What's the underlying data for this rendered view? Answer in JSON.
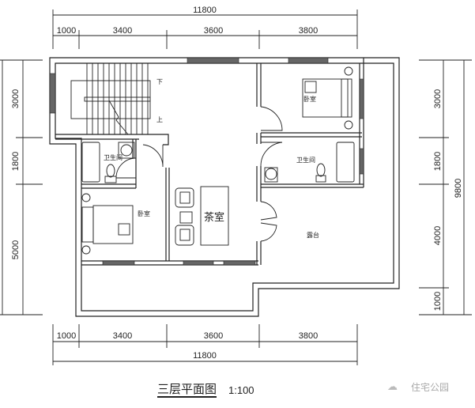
{
  "dimensions": {
    "top_total": "11800",
    "top_segments": [
      "1000",
      "3400",
      "3600",
      "3800"
    ],
    "bottom_total": "11800",
    "bottom_segments": [
      "1000",
      "3400",
      "3600",
      "3800"
    ],
    "left_segments": [
      "3000",
      "1800",
      "5000"
    ],
    "right_segments": [
      "3000",
      "1800",
      "4000",
      "1000"
    ],
    "right_total": "9800"
  },
  "rooms": {
    "stair_down": "下",
    "stair_up": "上",
    "bedroom_right": "卧室",
    "bathroom_left": "卫生间",
    "bathroom_right": "卫生间",
    "bedroom_left": "卧室",
    "tea_room": "茶室",
    "terrace": "露台"
  },
  "title": "三层平面图",
  "scale": "1:100",
  "watermark": "住宅公园"
}
